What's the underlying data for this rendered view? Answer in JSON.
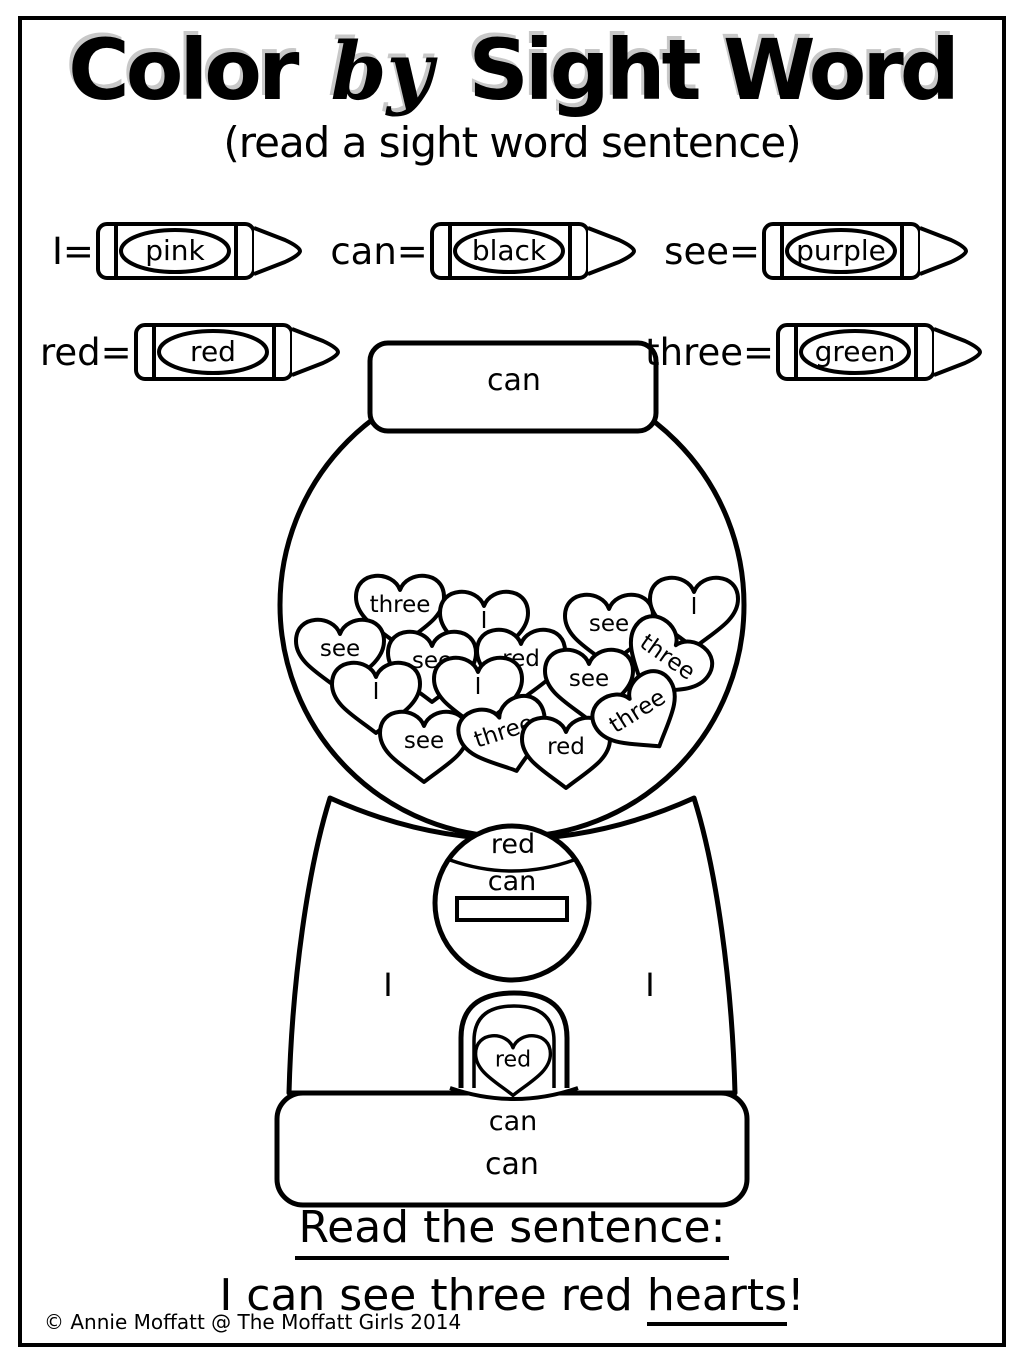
{
  "header": {
    "title_word1": "Color",
    "title_word2": "by",
    "title_word3": "Sight Word",
    "subtitle": "(read a sight word sentence)"
  },
  "legend": {
    "row1": [
      {
        "label": "I=",
        "color": "pink"
      },
      {
        "label": "can=",
        "color": "black"
      },
      {
        "label": "see=",
        "color": "purple"
      }
    ],
    "row2": [
      {
        "label": "red=",
        "color": "red"
      },
      {
        "label": "three=",
        "color": "green"
      }
    ]
  },
  "machine": {
    "lid_label": "can",
    "coin_top_label": "red",
    "coin_label": "can",
    "body_left_label": "I",
    "body_right_label": "I",
    "door_heart_label": "red",
    "under_door_label": "can",
    "base_label": "can",
    "hearts": [
      "three",
      "see",
      "I",
      "see",
      "I",
      "see",
      "red",
      "three",
      "I",
      "I",
      "see",
      "see",
      "three",
      "red",
      "three"
    ]
  },
  "sentence": {
    "heading": "Read the sentence:",
    "prefix": "I can see three red ",
    "underlined": "hearts",
    "suffix": "!"
  },
  "footer": {
    "credit": "© Annie Moffatt @ The Moffatt Girls 2014"
  }
}
